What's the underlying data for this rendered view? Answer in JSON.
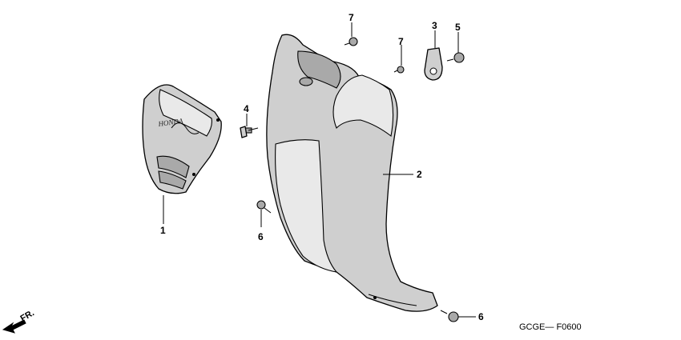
{
  "diagram": {
    "callouts": [
      {
        "id": "c1",
        "label": "1"
      },
      {
        "id": "c2",
        "label": "2"
      },
      {
        "id": "c3",
        "label": "3"
      },
      {
        "id": "c4",
        "label": "4"
      },
      {
        "id": "c5",
        "label": "5"
      },
      {
        "id": "c6a",
        "label": "6"
      },
      {
        "id": "c6b",
        "label": "6"
      },
      {
        "id": "c7a",
        "label": "7"
      },
      {
        "id": "c7b",
        "label": "7"
      }
    ],
    "direction_label": "FR.",
    "drawing_code": "GCGE— F0600"
  }
}
